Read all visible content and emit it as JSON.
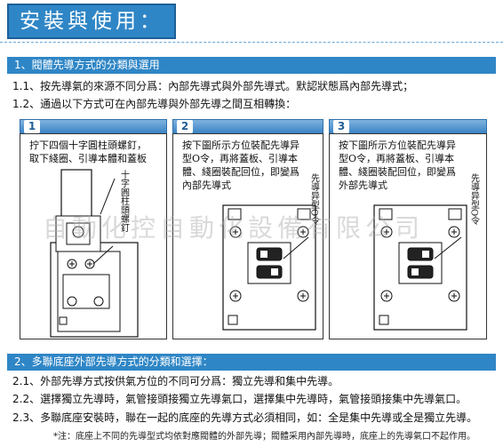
{
  "title": "安裝與使用：",
  "section1": {
    "heading": "1、閥體先導方式的分類與選用",
    "lines": [
      "1.1、按先導氣的來源不同分爲：內部先導式與外部先導式。默認狀態爲內部先導式；",
      "1.2、通過以下方式可在內部先導與外部先導之間互相轉換："
    ]
  },
  "panels": [
    {
      "number": "1",
      "text": "拧下四個十字圓柱頭螺釘，\n取下綫圈、引導本體和蓋板",
      "label": "十字圓柱頭螺釘"
    },
    {
      "number": "2",
      "text": "按下圖所示方位裝配先導异\n型O令，再將蓋板、引導本\n體、綫圈裝配回位，即變爲\n內部先導式",
      "label": "先導异型O令"
    },
    {
      "number": "3",
      "text": "按下圖所示方位裝配先導异\n型O令，再將蓋板、引導本\n體、綫圈裝配回位，即變爲\n外部先導式",
      "label": "先導异型O令"
    }
  ],
  "watermark": "自動化控自動化設備有限公司",
  "section2": {
    "heading": "2、多聯底座外部先導方式的分類和選擇：",
    "lines": [
      "2.1、外部先導方式按供氣方位的不同可分爲：獨立先導和集中先導。",
      "2.2、選擇獨立先導時，氣管接頭接獨立先導氣口，選擇集中先導時，氣管接頭接集中先導氣口。",
      "2.3、多聯底座安裝時，聯在一起的底座的先導方式必須相同，如：全是集中先導或全是獨立先導。"
    ]
  },
  "footnote": "*注：底座上不同的先導型式均依對應閥體的外部先導；閥體采用內部先導時，底座上的先導氣口不起作用。",
  "colors": {
    "accent": "#2f86c6",
    "accent_dark": "#1f5f97"
  }
}
